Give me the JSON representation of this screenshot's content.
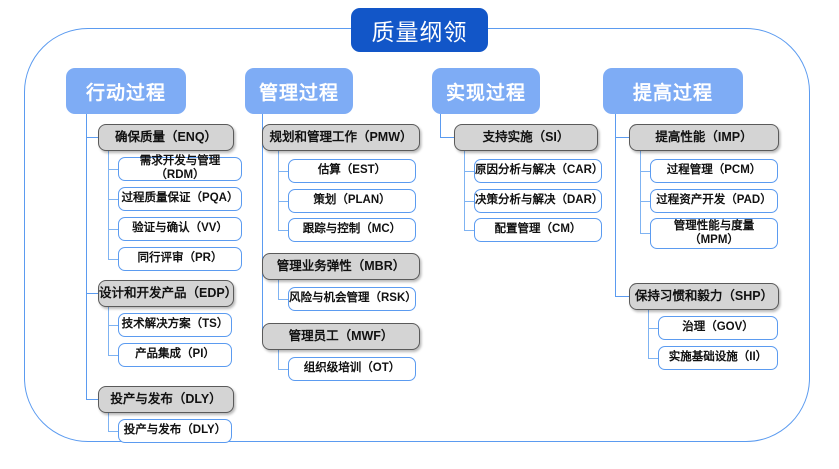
{
  "diagram": {
    "title": "质量纲领",
    "type": "organizational-tree",
    "colors": {
      "root_fill": "#1256C8",
      "column_header_fill": "#7EACF5",
      "group_fill": "#D4D4D4",
      "group_border": "#5A5A5A",
      "leaf_border": "#5B9BF0",
      "connector": "#5B9BF0",
      "frame_border": "#5B9BF0",
      "text_dark": "#111111",
      "text_light": "#FFFFFF"
    },
    "columns": [
      {
        "header": "行动过程",
        "groups": [
          {
            "label": "确保质量（ENQ）",
            "children": [
              "需求开发与管理（RDM）",
              "过程质量保证（PQA）",
              "验证与确认（VV）",
              "同行评审（PR）"
            ]
          },
          {
            "label": "设计和开发产品（EDP）",
            "children": [
              "技术解决方案（TS）",
              "产品集成（PI）"
            ]
          },
          {
            "label": "投产与发布（DLY）",
            "children": [
              "投产与发布（DLY）"
            ]
          }
        ]
      },
      {
        "header": "管理过程",
        "groups": [
          {
            "label": "规划和管理工作（PMW）",
            "children": [
              "估算（EST）",
              "策划（PLAN）",
              "跟踪与控制（MC）"
            ]
          },
          {
            "label": "管理业务弹性（MBR）",
            "children": [
              "风险与机会管理（RSK）"
            ]
          },
          {
            "label": "管理员工（MWF）",
            "children": [
              "组织级培训（OT）"
            ]
          }
        ]
      },
      {
        "header": "实现过程",
        "groups": [
          {
            "label": "支持实施（SI）",
            "children": [
              "原因分析与解决（CAR）",
              "决策分析与解决（DAR）",
              "配置管理（CM）"
            ]
          }
        ]
      },
      {
        "header": "提高过程",
        "groups": [
          {
            "label": "提高性能（IMP）",
            "children": [
              "过程管理（PCM）",
              "过程资产开发（PAD）",
              "管理性能与度量\n（MPM）"
            ]
          },
          {
            "label": "保持习惯和毅力（SHP）",
            "children": [
              "治理（GOV）",
              "实施基础设施（II）"
            ]
          }
        ]
      }
    ]
  }
}
